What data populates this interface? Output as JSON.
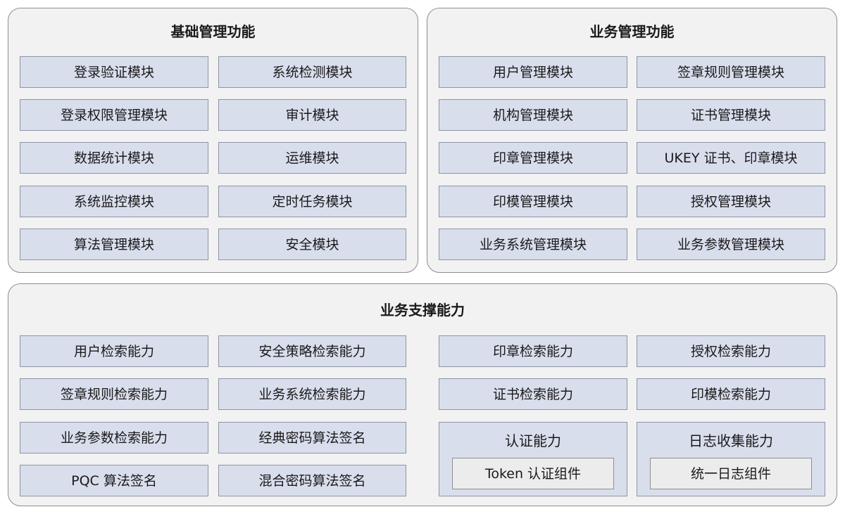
{
  "basic": {
    "title": "基础管理功能",
    "modules": [
      "登录验证模块",
      "系统检测模块",
      "登录权限管理模块",
      "审计模块",
      "数据统计模块",
      "运维模块",
      "系统监控模块",
      "定时任务模块",
      "算法管理模块",
      "安全模块"
    ]
  },
  "business": {
    "title": "业务管理功能",
    "modules": [
      "用户管理模块",
      "签章规则管理模块",
      "机构管理模块",
      "证书管理模块",
      "印章管理模块",
      "UKEY 证书、印章模块",
      "印模管理模块",
      "授权管理模块",
      "业务系统管理模块",
      "业务参数管理模块"
    ]
  },
  "support": {
    "title": "业务支撑能力",
    "left_items": [
      "用户检索能力",
      "安全策略检索能力",
      "签章规则检索能力",
      "业务系统检索能力",
      "业务参数检索能力",
      "经典密码算法签名",
      "PQC 算法签名",
      "混合密码算法签名"
    ],
    "right_items": [
      "印章检索能力",
      "授权检索能力",
      "证书检索能力",
      "印模检索能力"
    ],
    "auth": {
      "title": "认证能力",
      "component": "Token 认证组件"
    },
    "log": {
      "title": "日志收集能力",
      "component": "统一日志组件"
    }
  }
}
